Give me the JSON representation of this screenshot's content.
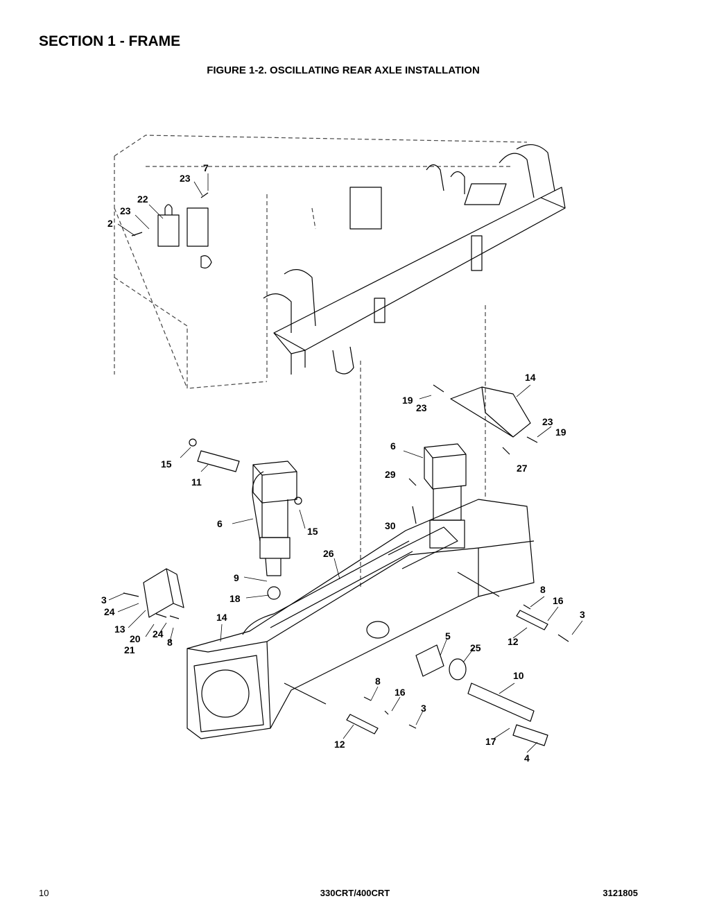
{
  "header": {
    "section_title": "SECTION 1 - FRAME",
    "figure_title": "FIGURE 1-2. OSCILLATING REAR AXLE INSTALLATION"
  },
  "footer": {
    "page_number": "10",
    "model": "330CRT/400CRT",
    "manual_number": "3121805"
  },
  "callouts": [
    "7",
    "23",
    "22",
    "23",
    "2",
    "14",
    "19",
    "23",
    "23",
    "19",
    "6",
    "27",
    "29",
    "30",
    "15",
    "11",
    "6",
    "15",
    "26",
    "9",
    "18",
    "3",
    "24",
    "13",
    "20",
    "21",
    "24",
    "8",
    "14",
    "8",
    "16",
    "3",
    "12",
    "5",
    "25",
    "10",
    "8",
    "16",
    "3",
    "12",
    "17",
    "4"
  ]
}
